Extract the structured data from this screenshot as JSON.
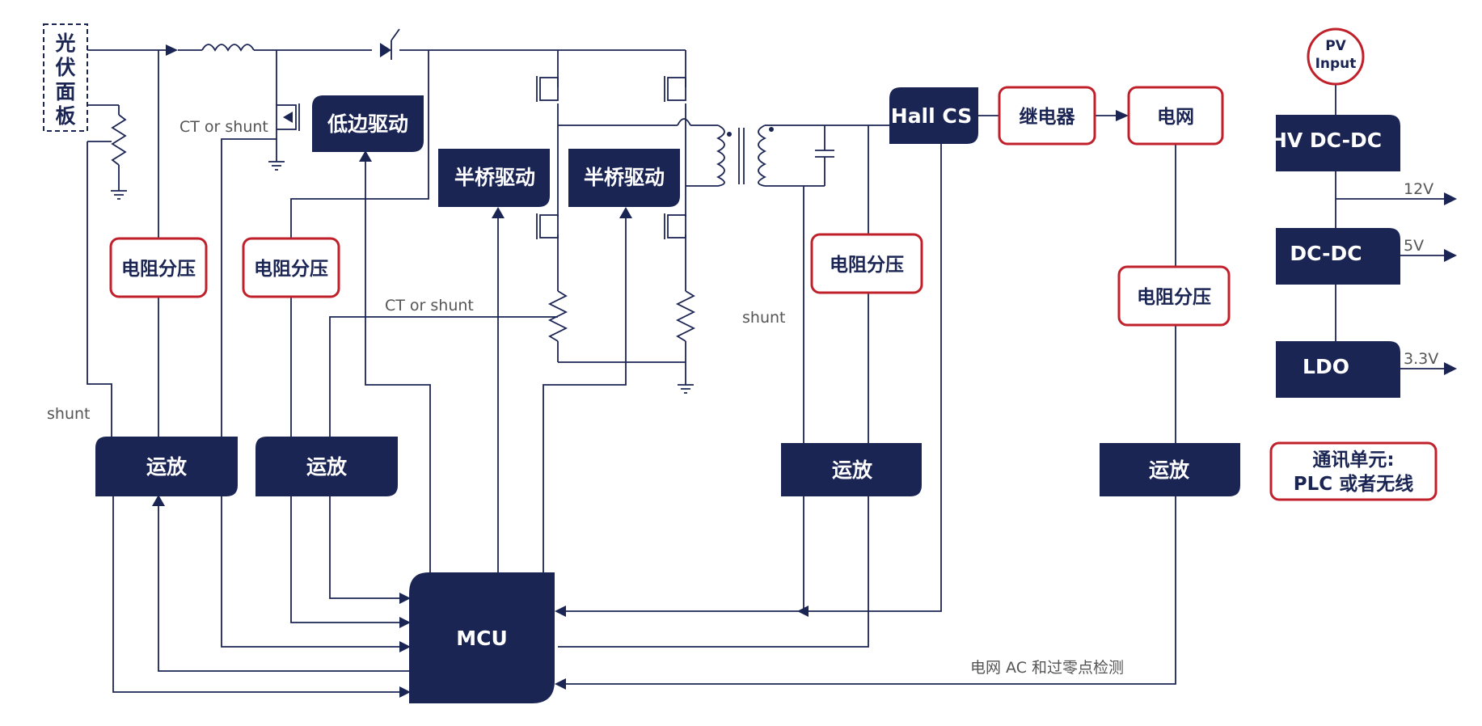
{
  "colors": {
    "navy": "#1b2554",
    "red": "#c0202a",
    "label_gray": "#555555"
  },
  "panel_label": [
    "光",
    "伏",
    "面",
    "板"
  ],
  "blocks": {
    "low_side_driver": "低边驱动",
    "half_bridge_driver_1": "半桥驱动",
    "half_bridge_driver_2": "半桥驱动",
    "hall_cs": "Hall CS",
    "relay": "继电器",
    "grid": "电网",
    "divider_1": "电阻分压",
    "divider_2": "电阻分压",
    "divider_3": "电阻分压",
    "divider_4": "电阻分压",
    "opamp_1": "运放",
    "opamp_2": "运放",
    "opamp_3": "运放",
    "opamp_4": "运放",
    "mcu": "MCU",
    "hv_dcdc": "HV DC-DC",
    "dcdc": "DC-DC",
    "ldo": "LDO",
    "comm_line1": "通讯单元:",
    "comm_line2": "PLC 或者无线"
  },
  "pv_input": {
    "line1": "PV",
    "line2": "Input"
  },
  "outputs": {
    "v12": "12V",
    "v5": "5V",
    "v33": "3.3V"
  },
  "labels": {
    "ct_shunt_1": "CT or shunt",
    "ct_shunt_2": "CT or shunt",
    "shunt_left": "shunt",
    "shunt_right": "shunt",
    "grid_detect": "电网 AC 和过零点检测"
  }
}
